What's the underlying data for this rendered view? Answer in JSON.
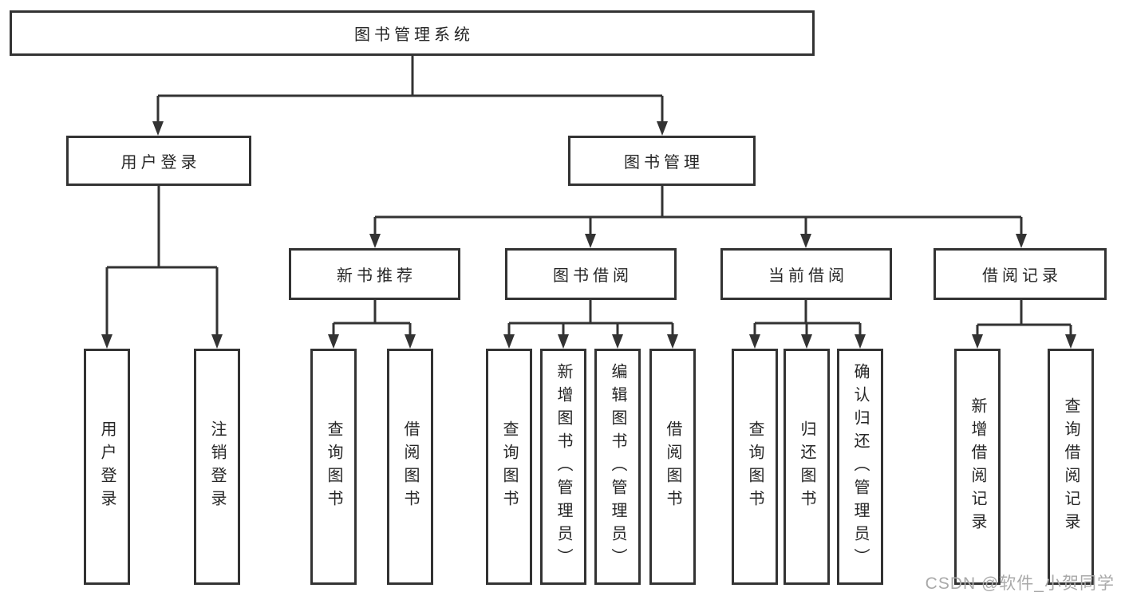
{
  "diagram": {
    "root": {
      "label": "图书管理系统"
    },
    "branches": [
      {
        "label": "用户登录",
        "children": [
          {
            "label": "用户登录"
          },
          {
            "label": "注销登录"
          }
        ]
      },
      {
        "label": "图书管理",
        "children": [
          {
            "label": "新书推荐",
            "children": [
              {
                "label": "查询图书"
              },
              {
                "label": "借阅图书"
              }
            ]
          },
          {
            "label": "图书借阅",
            "children": [
              {
                "label": "查询图书"
              },
              {
                "label": "新增图书（管理员）"
              },
              {
                "label": "编辑图书（管理员）"
              },
              {
                "label": "借阅图书"
              }
            ]
          },
          {
            "label": "当前借阅",
            "children": [
              {
                "label": "查询图书"
              },
              {
                "label": "归还图书"
              },
              {
                "label": "确认归还（管理员）"
              }
            ]
          },
          {
            "label": "借阅记录",
            "children": [
              {
                "label": "新增借阅记录"
              },
              {
                "label": "查询借阅记录"
              }
            ]
          }
        ]
      }
    ]
  },
  "watermark": "CSDN @软件_小贺同学",
  "colors": {
    "line": "#333333",
    "box_border": "#333333",
    "text": "#262626",
    "watermark": "#a9a9a9",
    "background": "#ffffff"
  }
}
